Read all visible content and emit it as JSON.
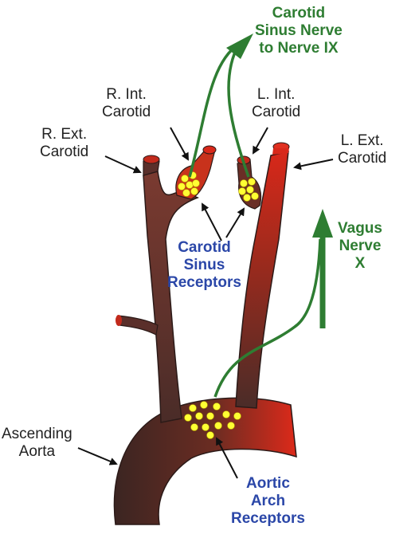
{
  "labels": {
    "carotid_sinus_nerve": [
      "Carotid",
      "Sinus Nerve",
      "to Nerve IX"
    ],
    "r_int_carotid": [
      "R. Int.",
      "Carotid"
    ],
    "l_int_carotid": [
      "L. Int.",
      "Carotid"
    ],
    "r_ext_carotid": [
      "R. Ext.",
      "Carotid"
    ],
    "l_ext_carotid": [
      "L. Ext.",
      "Carotid"
    ],
    "vagus_nerve": [
      "Vagus",
      "Nerve",
      "X"
    ],
    "carotid_sinus_receptors": [
      "Carotid",
      "Sinus",
      "Receptors"
    ],
    "ascending_aorta": [
      "Ascending",
      "Aorta"
    ],
    "aortic_arch_receptors": [
      "Aortic",
      "Arch",
      "Receptors"
    ]
  },
  "colors": {
    "nerve": "#2e7d32",
    "receptor_text": "#2b47a8",
    "vessel_dark": "#4a2a26",
    "vessel_red": "#d8281a",
    "receptor_dot": "#ffff33",
    "label_text": "#222222"
  }
}
